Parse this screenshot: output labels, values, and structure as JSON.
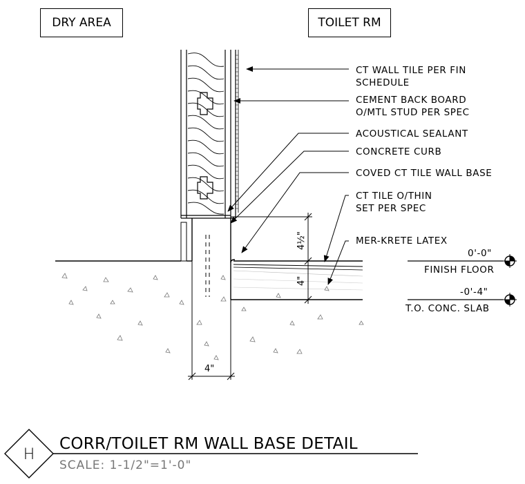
{
  "rooms": {
    "left": "DRY AREA",
    "right": "TOILET RM"
  },
  "callouts": [
    {
      "lines": [
        "CT WALL TILE PER FIN",
        "SCHEDULE"
      ]
    },
    {
      "lines": [
        "CEMENT BACK BOARD",
        "O/MTL STUD PER SPEC"
      ]
    },
    {
      "lines": [
        "ACOUSTICAL SEALANT"
      ]
    },
    {
      "lines": [
        "CONCRETE CURB"
      ]
    },
    {
      "lines": [
        "COVED CT TILE WALL BASE"
      ]
    },
    {
      "lines": [
        "CT TILE O/THIN",
        "SET PER SPEC"
      ]
    },
    {
      "lines": [
        "MER-KRETE LATEX"
      ]
    }
  ],
  "elevations": [
    {
      "value": "0'-0\"",
      "label": "FINISH FLOOR"
    },
    {
      "value": "-0'-4\"",
      "label": "T.O. CONC. SLAB"
    }
  ],
  "dimensions": {
    "curb_height": "4½\"",
    "slab_depth": "4\"",
    "curb_width": "4\""
  },
  "detail": {
    "marker": "H",
    "title": "CORR/TOILET RM WALL BASE DETAIL",
    "scale": "SCALE: 1-1/2\"=1'-0\""
  }
}
